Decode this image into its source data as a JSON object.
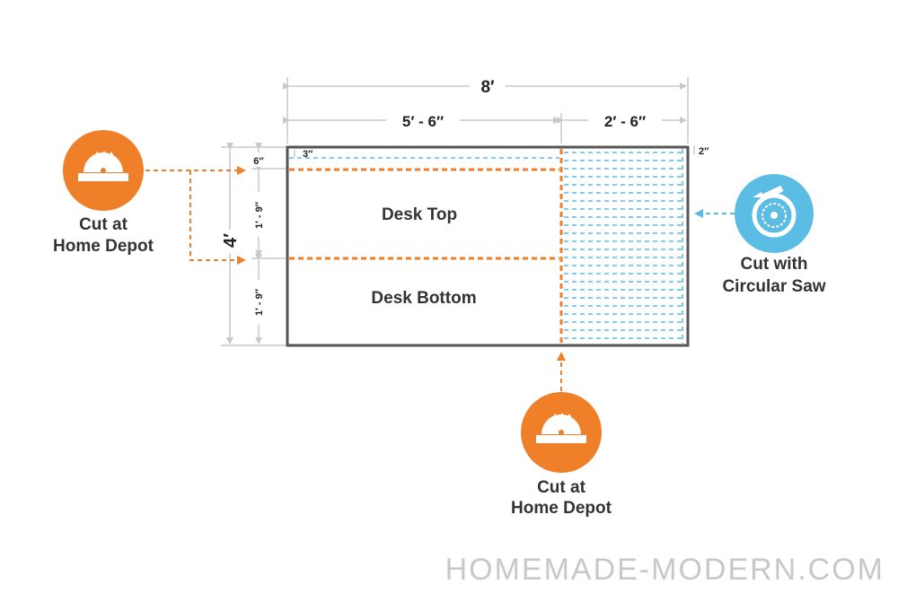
{
  "dimensions": {
    "total_width": "8′",
    "section_a_width": "5′ - 6″",
    "section_b_width": "2′ - 6″",
    "total_height": "4′",
    "top_strip": "6″",
    "desk_top_height": "1′ - 9″",
    "desk_bottom_height": "1′ - 9″",
    "edge_strip_left": "3″",
    "edge_strip_right": "2″"
  },
  "regions": {
    "desk_top": "Desk Top",
    "desk_bottom": "Desk Bottom"
  },
  "callouts": {
    "left": {
      "line1": "Cut at",
      "line2": "Home Depot",
      "icon": "table-saw-icon"
    },
    "bottom": {
      "line1": "Cut at",
      "line2": "Home Depot",
      "icon": "table-saw-icon"
    },
    "right": {
      "line1": "Cut with",
      "line2": "Circular Saw",
      "icon": "circular-saw-icon"
    }
  },
  "colors": {
    "orange": "#f07f2a",
    "blue": "#5bbce4",
    "outline": "#555555",
    "dimension": "#c9c9c9"
  },
  "watermark": "HOMEMADE-MODERN.COM"
}
